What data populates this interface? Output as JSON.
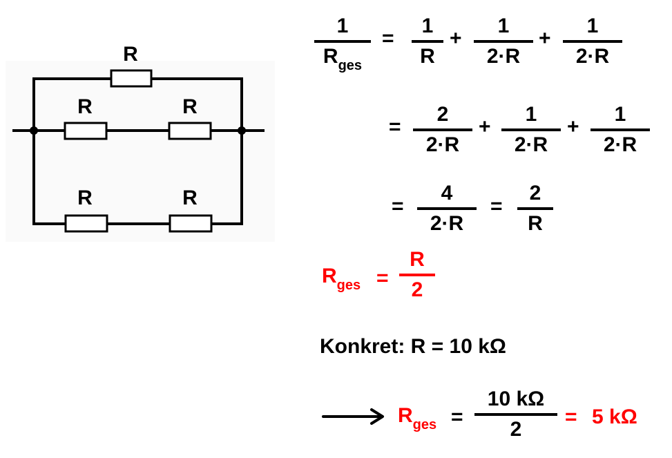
{
  "circuit": {
    "resistor_label": "R",
    "labels": [
      "R",
      "R",
      "R",
      "R",
      "R"
    ],
    "description": "Parallel network: one R in top branch, two R in series in middle branch, two R in series in bottom branch"
  },
  "equations": {
    "line1": {
      "lhs_num": "1",
      "lhs_den_main": "R",
      "lhs_den_sub": "ges",
      "eq": "=",
      "terms": [
        {
          "num": "1",
          "den": "R"
        },
        {
          "num": "1",
          "den": "2·R"
        },
        {
          "num": "1",
          "den": "2·R"
        }
      ],
      "plus": "+"
    },
    "line2": {
      "eq": "=",
      "terms": [
        {
          "num": "2",
          "den": "2·R"
        },
        {
          "num": "1",
          "den": "2·R"
        },
        {
          "num": "1",
          "den": "2·R"
        }
      ],
      "plus": "+"
    },
    "line3": {
      "eq": "=",
      "terms": [
        {
          "num": "4",
          "den": "2·R"
        },
        {
          "num": "2",
          "den": "R"
        }
      ]
    },
    "result": {
      "lhs_main": "R",
      "lhs_sub": "ges",
      "eq": "=",
      "num": "R",
      "den": "2"
    },
    "concrete": {
      "text": "Konkret: R = 10 kΩ"
    },
    "final": {
      "arrow": "arrow-right",
      "lhs_main": "R",
      "lhs_sub": "ges",
      "eq": "=",
      "num": "10 kΩ",
      "den": "2",
      "eq2": "=",
      "value": "5 kΩ"
    }
  },
  "colors": {
    "highlight": "#ff0000",
    "text": "#000000"
  }
}
